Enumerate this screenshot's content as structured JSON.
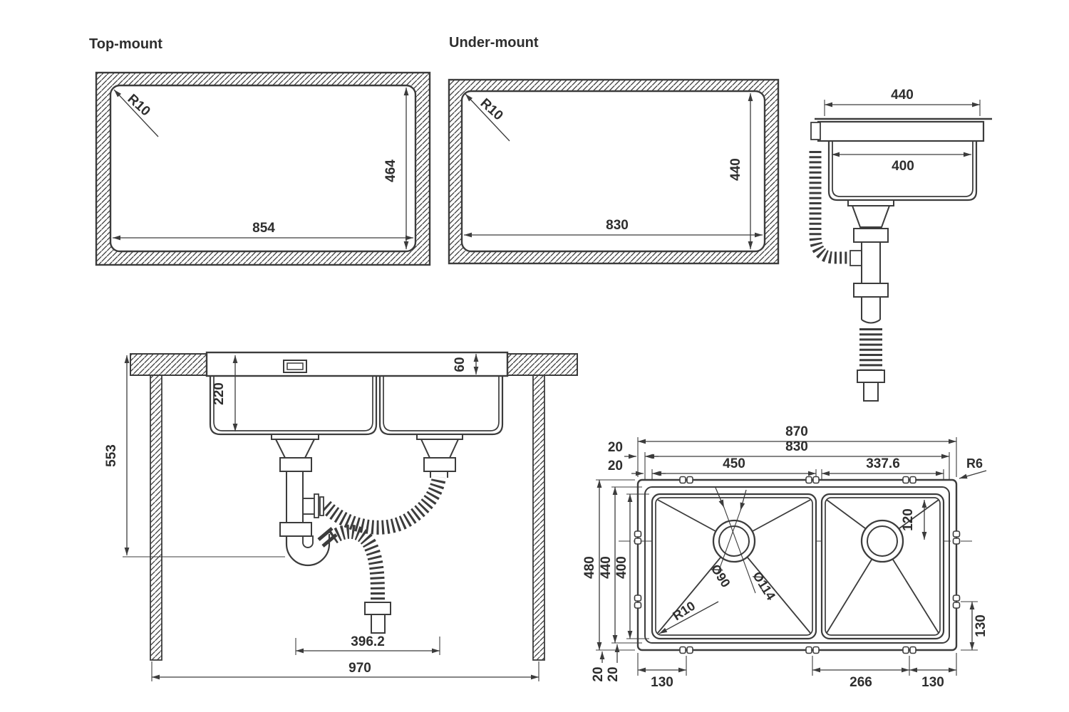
{
  "colors": {
    "line": "#3c3c3c",
    "text": "#2e2e2e",
    "background": "#ffffff"
  },
  "topmount": {
    "title": "Top-mount",
    "corner_radius": "R10",
    "cutout_width": "854",
    "cutout_height": "464"
  },
  "undermount": {
    "title": "Under-mount",
    "corner_radius": "R10",
    "cutout_width": "830",
    "cutout_height": "440"
  },
  "side_view": {
    "overall_width": "440",
    "bowl_width": "400"
  },
  "section_view": {
    "rim_height": "60",
    "bowl_depth": "220",
    "overall_depth": "553",
    "drain_spacing": "396.2",
    "cabinet_width": "970"
  },
  "plan_view": {
    "overall_width": "870",
    "body_width": "830",
    "left_bowl_width": "450",
    "right_bowl_width": "337.6",
    "rim_offset_top": "20",
    "bowl_offset_top": "20",
    "corner_radius_outer": "R6",
    "overall_depth": "480",
    "body_depth": "440",
    "bowl_depth": "400",
    "drain_offset": "120",
    "drain_diameter": "Ø90",
    "flange_diameter": "Ø114",
    "bowl_corner_radius": "R10",
    "clip_edge_offset_left": "130",
    "clip_spacing": "266",
    "clip_edge_offset_right": "130",
    "clip_side_offset": "130",
    "rim_offset_bottom": "20",
    "bowl_offset_bottom": "20"
  }
}
